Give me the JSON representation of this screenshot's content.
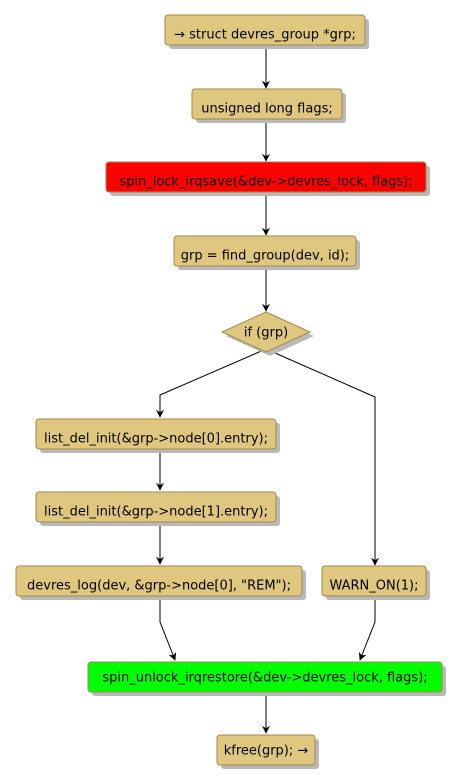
{
  "nodes": {
    "entry": {
      "label": "→ struct devres_group *grp;"
    },
    "flags_decl": {
      "label": "unsigned long flags;"
    },
    "spin_lock": {
      "label": "spin_lock_irqsave(&dev->devres_lock, flags);"
    },
    "find_group": {
      "label": "grp = find_group(dev, id);"
    },
    "if_grp": {
      "label": "if (grp)"
    },
    "list_del_0": {
      "label": "list_del_init(&grp->node[0].entry);"
    },
    "list_del_1": {
      "label": "list_del_init(&grp->node[1].entry);"
    },
    "devres_log": {
      "label": "devres_log(dev, &grp->node[0], \"REM\");"
    },
    "warn_on": {
      "label": "WARN_ON(1);"
    },
    "spin_unlock": {
      "label": "spin_unlock_irqrestore(&dev->devres_lock, flags);"
    },
    "kfree": {
      "label": "kfree(grp); →"
    }
  },
  "colors": {
    "node_fill": "#dfc77f",
    "node_stroke": "#a08a49",
    "lock_fill": "#ff0000",
    "unlock_fill": "#00ff00",
    "shadow": "#b9b9b9",
    "edge": "#000000"
  }
}
